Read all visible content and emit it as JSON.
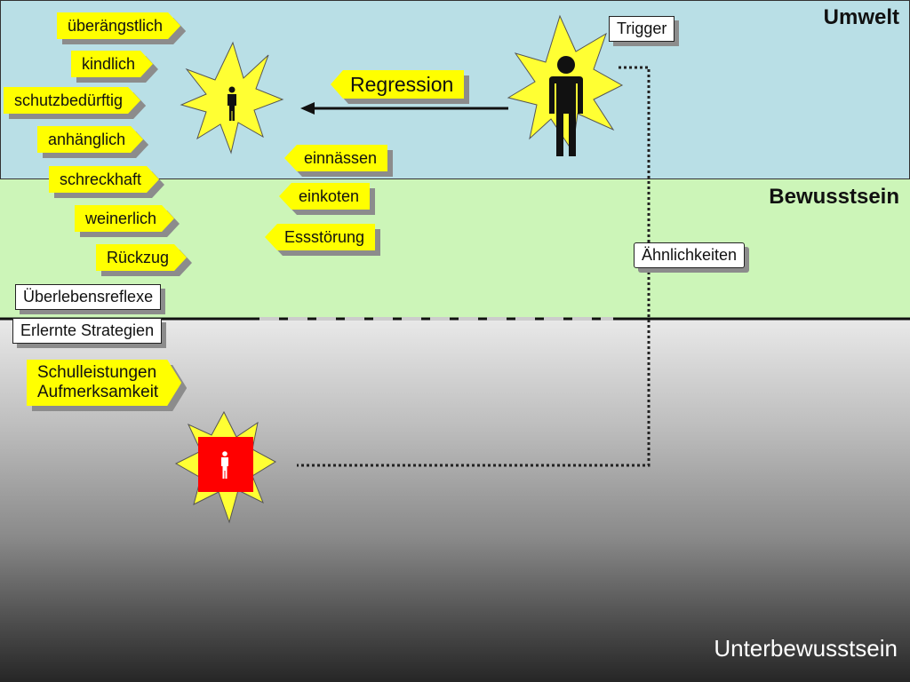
{
  "layers": {
    "umwelt": "Umwelt",
    "bewusstsein": "Bewusstsein",
    "unterbewusstsein": "Unterbewusstsein"
  },
  "trigger_label": "Trigger",
  "similarity_label": "Ähnlichkeiten",
  "regression_label": "Regression",
  "traits": [
    "überängstlich",
    "kindlich",
    "schutzbedürftig",
    "anhänglich",
    "schreckhaft",
    "weinerlich",
    "Rückzug"
  ],
  "symptoms": [
    "einnässen",
    "einkoten",
    "Essstörung"
  ],
  "boxes": {
    "survival": "Überlebensreflexe",
    "learned": "Erlernte Strategien"
  },
  "school": [
    "Schulleistungen",
    "Aufmerksamkeit"
  ],
  "icons": {
    "child": "person-icon",
    "adult": "person-icon",
    "core": "person-icon"
  },
  "colors": {
    "umwelt": "#b9dfe6",
    "bewusstsein": "#ccf5b8",
    "burst": "#ffff33",
    "core_box": "#ff0000",
    "tag": "#ffff00"
  }
}
